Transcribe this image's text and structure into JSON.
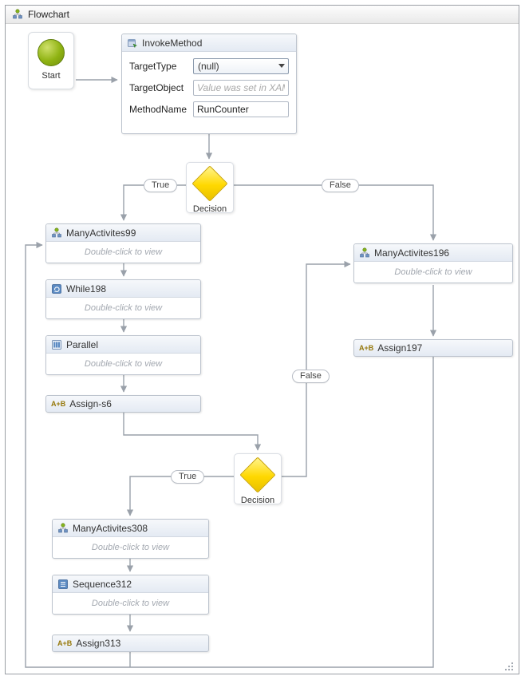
{
  "window": {
    "title": "Flowchart"
  },
  "colors": {
    "connector": "#9aa1aa",
    "start_green": "#8fb312",
    "diamond_yellow": "#ffd800"
  },
  "start": {
    "label": "Start"
  },
  "invoke_method": {
    "title": "InvokeMethod",
    "rows": {
      "target_type": {
        "label": "TargetType",
        "value": "(null)"
      },
      "target_object": {
        "label": "TargetObject",
        "placeholder": "Value was set in XAM"
      },
      "method_name": {
        "label": "MethodName",
        "value": "RunCounter"
      }
    }
  },
  "decision1": {
    "label": "Decision",
    "true_label": "True",
    "false_label": "False"
  },
  "decision2": {
    "label": "Decision",
    "true_label": "True",
    "false_label": "False"
  },
  "nodes": {
    "many99": {
      "title": "ManyActivites99",
      "body": "Double-click to view"
    },
    "while198": {
      "title": "While198",
      "body": "Double-click to view"
    },
    "parallel": {
      "title": "Parallel",
      "body": "Double-click to view"
    },
    "assign_s6": {
      "icon": "A+B",
      "title": "Assign-s6"
    },
    "many196": {
      "title": "ManyActivites196",
      "body": "Double-click to view"
    },
    "assign197": {
      "icon": "A+B",
      "title": "Assign197"
    },
    "many308": {
      "title": "ManyActivites308",
      "body": "Double-click to view"
    },
    "sequence312": {
      "title": "Sequence312",
      "body": "Double-click to view"
    },
    "assign313": {
      "icon": "A+B",
      "title": "Assign313"
    }
  }
}
